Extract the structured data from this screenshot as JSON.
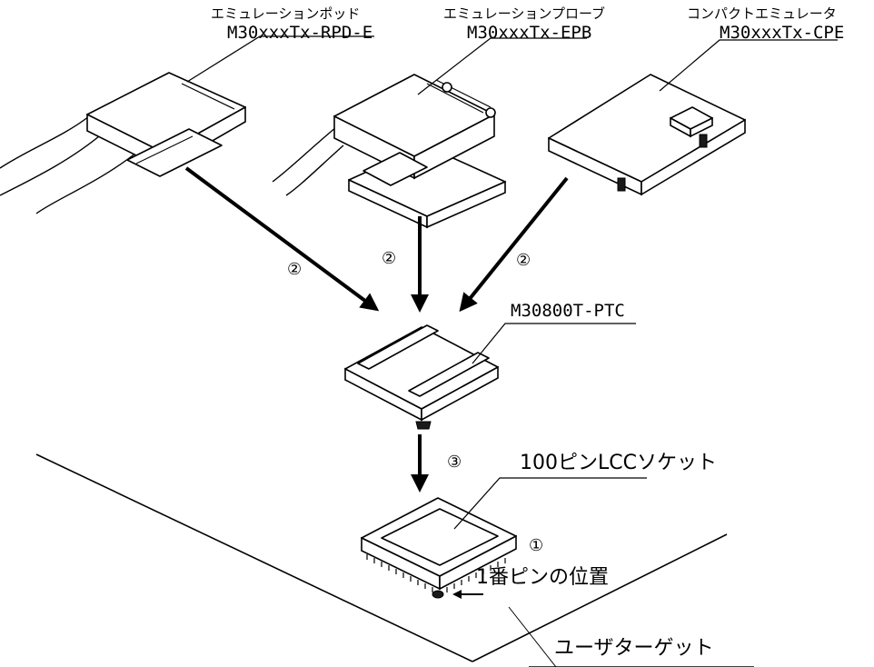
{
  "devices": {
    "pod": {
      "title": "エミュレーションポッド",
      "model": "M30xxxTx-RPD-E"
    },
    "probe": {
      "title": "エミュレーションプローブ",
      "model": "M30xxxTx-EPB"
    },
    "compact": {
      "title": "コンパクトエミュレータ",
      "model": "M30xxxTx-CPE"
    }
  },
  "converter": {
    "model": "M30800T-PTC"
  },
  "socket": {
    "label": "100ピンLCCソケット"
  },
  "pin1": {
    "label": "1番ピンの位置"
  },
  "target": {
    "label": "ユーザターゲット"
  },
  "steps": {
    "step1": "①",
    "step2": "②",
    "step3": "③"
  }
}
